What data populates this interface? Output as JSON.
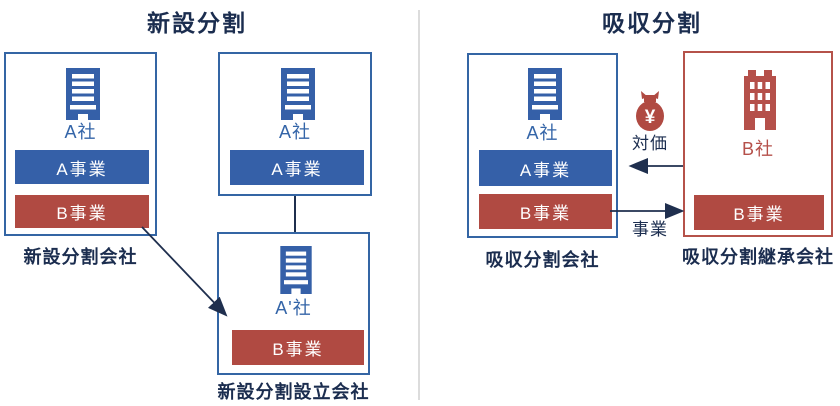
{
  "titles": {
    "left": "新設分割",
    "right": "吸収分割"
  },
  "left": {
    "source": {
      "name": "A社",
      "bar_a": "A事業",
      "bar_b": "B事業",
      "caption": "新設分割会社"
    },
    "parent": {
      "name": "A社",
      "bar_a": "A事業"
    },
    "newco": {
      "name": "A'社",
      "bar_b": "B事業",
      "caption": "新設分割設立会社"
    }
  },
  "right": {
    "source": {
      "name": "A社",
      "bar_a": "A事業",
      "bar_b": "B事業",
      "caption": "吸収分割会社"
    },
    "successor": {
      "name": "B社",
      "bar_b": "B事業",
      "caption": "吸収分割継承会社"
    },
    "consideration_label": "対価",
    "business_label": "事業",
    "yen_symbol": "¥"
  },
  "colors": {
    "navy_text": "#1b2d4f",
    "blue_fill": "#3560a8",
    "red_fill": "#b04a42",
    "blue_border": "#3465a4",
    "red_border": "#b5524a",
    "arrow": "#1f2f4e",
    "divider": "#dcdcdc"
  }
}
